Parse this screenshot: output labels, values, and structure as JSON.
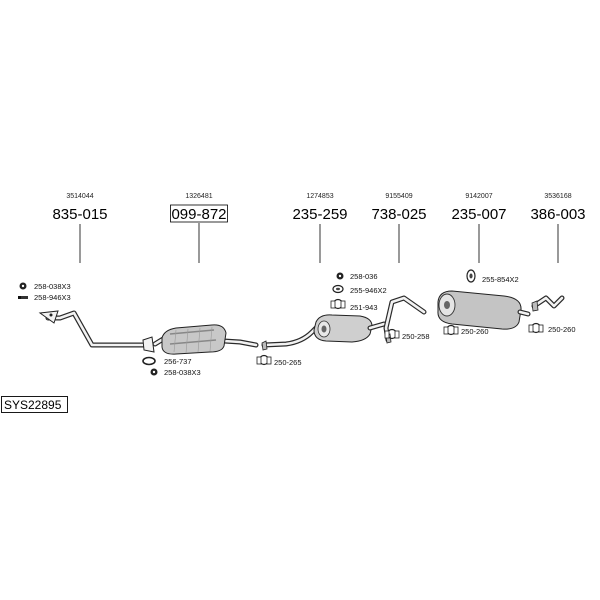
{
  "system_id": "SYS22895",
  "parts": [
    {
      "oem": "3514044",
      "number": "835-015",
      "boxed": false
    },
    {
      "oem": "1326481",
      "number": "099-872",
      "boxed": true
    },
    {
      "oem": "1274853",
      "number": "235-259",
      "boxed": false
    },
    {
      "oem": "9155409",
      "number": "738-025",
      "boxed": false
    },
    {
      "oem": "9142007",
      "number": "235-007",
      "boxed": false
    },
    {
      "oem": "3536168",
      "number": "386-003",
      "boxed": false
    }
  ],
  "fittings": [
    {
      "label": "258-038X3",
      "icon": "nut-icon"
    },
    {
      "label": "258-946X3",
      "icon": "bolt-icon"
    },
    {
      "label": "256-737",
      "icon": "gasket-ring-icon"
    },
    {
      "label": "258-038X3",
      "icon": "nut-icon"
    },
    {
      "label": "250-265",
      "icon": "clamp-icon"
    },
    {
      "label": "258-036",
      "icon": "nut-icon"
    },
    {
      "label": "255-946X2",
      "icon": "rubber-mount-icon"
    },
    {
      "label": "251-943",
      "icon": "clamp-icon"
    },
    {
      "label": "250-258",
      "icon": "clamp-icon"
    },
    {
      "label": "255-854X2",
      "icon": "rubber-mount-icon"
    },
    {
      "label": "250-260",
      "icon": "clamp-icon"
    },
    {
      "label": "250-260",
      "icon": "clamp-icon"
    }
  ]
}
